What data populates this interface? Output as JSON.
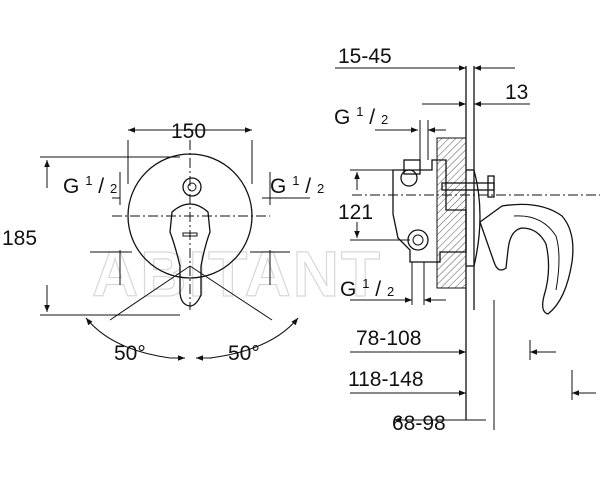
{
  "watermark": "ABITANT",
  "front_view": {
    "width_label": "150",
    "height_label": "185",
    "thread_left": {
      "base": "G",
      "num": "1",
      "den": "2"
    },
    "thread_right": {
      "base": "G",
      "num": "1",
      "den": "2"
    },
    "angle_left": "50°",
    "angle_right": "50°"
  },
  "side_view": {
    "dim_top": "15-45",
    "dim_right": "13",
    "dim_height": "121",
    "thread_top": {
      "base": "G",
      "num": "1",
      "den": "2"
    },
    "thread_bottom": {
      "base": "G",
      "num": "1",
      "den": "2"
    },
    "dim_a": "78-108",
    "dim_b": "118-148",
    "dim_c": "68-98"
  }
}
